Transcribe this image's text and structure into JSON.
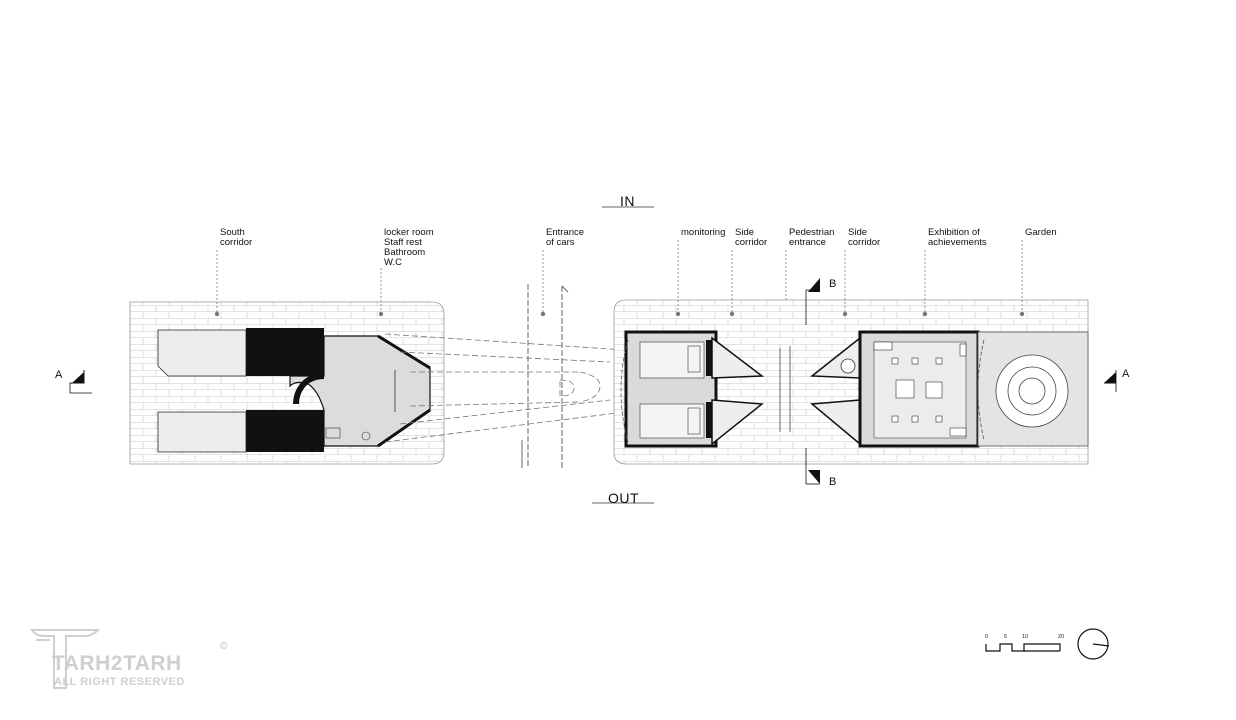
{
  "direction": {
    "in": "IN",
    "out": "OUT"
  },
  "labels": {
    "south_corridor": "South\ncorridor",
    "locker_room": "locker room\nStaff rest\nBathroom\nW.C",
    "entrance_cars": "Entrance\nof cars",
    "monitoring": "monitoring",
    "side_corridor_1": "Side\ncorridor",
    "pedestrian_entrance": "Pedestrian\nentrance",
    "side_corridor_2": "Side\ncorridor",
    "exhibition": "Exhibition of\nachievements",
    "garden": "Garden"
  },
  "section_marks": {
    "a_left": "A",
    "a_right": "A",
    "b_top": "B",
    "b_bottom": "B"
  },
  "scale_bar": {
    "ticks": [
      "0",
      "5",
      "10",
      "20"
    ]
  },
  "logo": {
    "name": "TARH2TARH",
    "tagline": "ALL RIGHT RESERVED",
    "copyright": "©"
  }
}
